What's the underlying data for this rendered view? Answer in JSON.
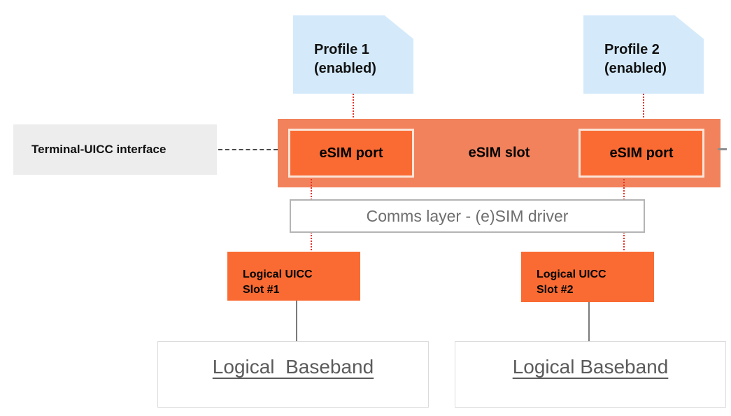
{
  "diagram": {
    "title": "eSIM slot with two ports and logical UICC slots",
    "colors": {
      "profile_fill": "#D4EAFB",
      "slot_fill": "#F2825C",
      "port_fill": "#F96B33",
      "port_border": "#FBE4D8",
      "grey_box_fill": "#EDEDED",
      "comms_border": "#B4B4B4",
      "comms_text": "#6E6E6E",
      "uicc_fill": "#F96B33",
      "baseband_border": "#DCDCDC",
      "baseband_text": "#5B5B5B",
      "dotted_connector": "#E8322B",
      "dashed_connector": "#4A4A4A",
      "solid_connector": "#7A7A7A"
    },
    "profiles": [
      {
        "name": "Profile 1",
        "state": "(enabled)"
      },
      {
        "name": "Profile 2",
        "state": "(enabled)"
      }
    ],
    "slot": {
      "label": "eSIM slot",
      "ports": [
        {
          "label": "eSIM port"
        },
        {
          "label": "eSIM port"
        }
      ]
    },
    "terminal_interface": {
      "label": "Terminal-UICC interface"
    },
    "comms_layer": {
      "label": "Comms layer - (e)SIM driver"
    },
    "uicc_slots": [
      {
        "line1": "Logical UICC",
        "line2": "Slot #1"
      },
      {
        "line1": "Logical UICC",
        "line2": "Slot #2"
      }
    ],
    "basebands": [
      {
        "label": "Logical  Baseband"
      },
      {
        "label": "Logical Baseband"
      }
    ]
  }
}
